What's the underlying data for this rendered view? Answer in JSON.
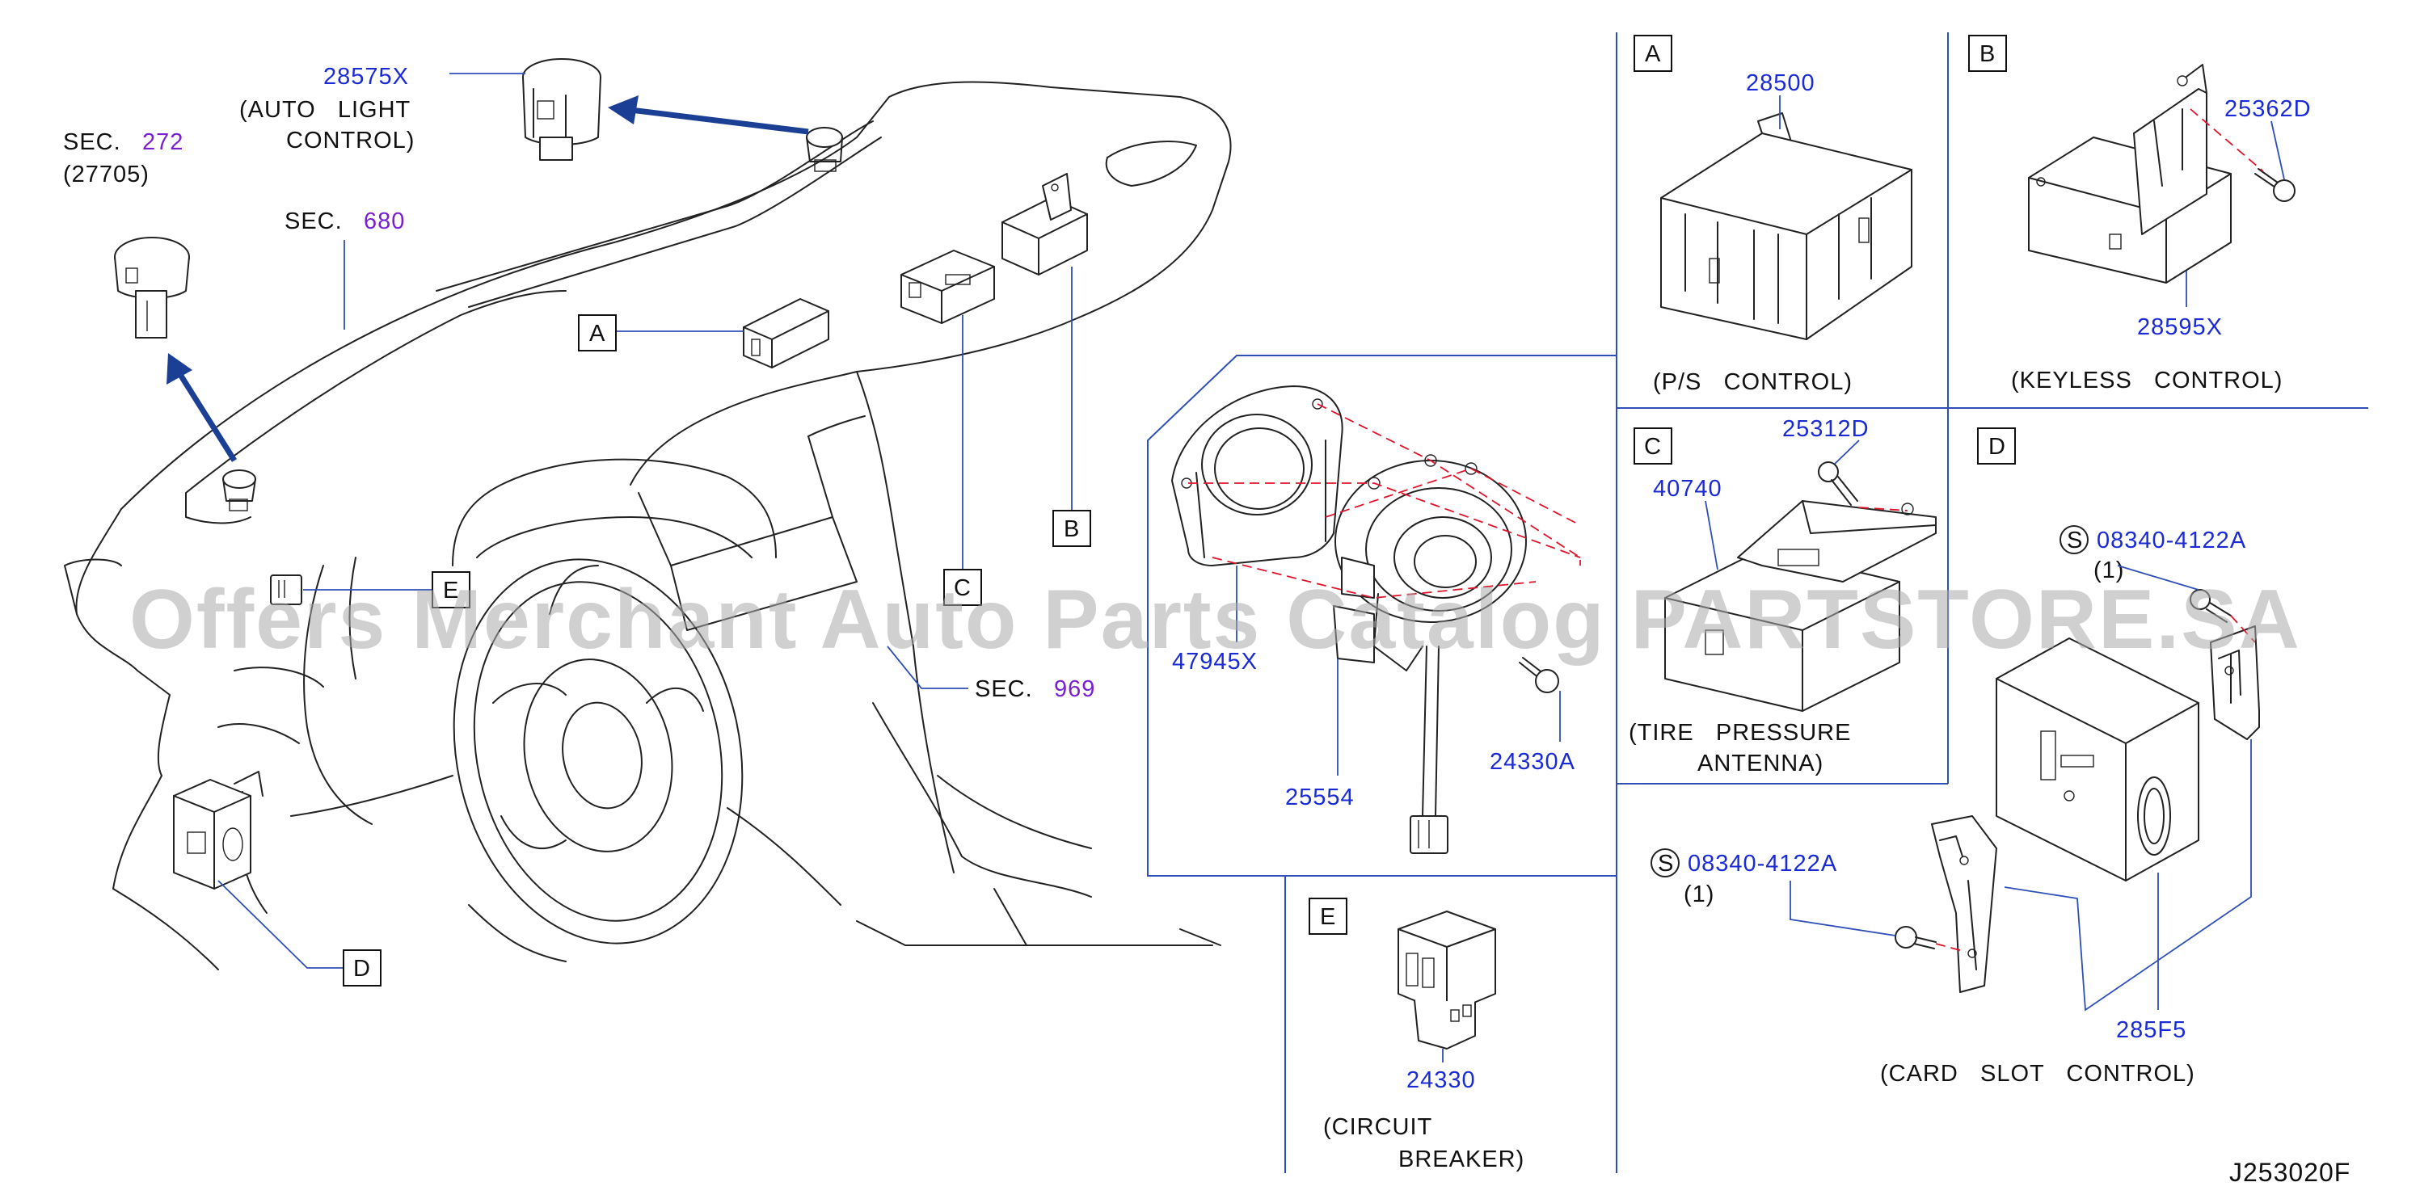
{
  "watermark": "Offers Merchant Auto Parts Catalog PARTSTORE.SA",
  "drawing_code": "J253020F",
  "overview": {
    "sec_272": {
      "prefix": "SEC.",
      "num": "272",
      "sub": "(27705)"
    },
    "sec_680": {
      "prefix": "SEC.",
      "num": "680"
    },
    "sec_969": {
      "prefix": "SEC.",
      "num": "969"
    },
    "part_28575x": "28575X",
    "auto_light_1": "(AUTO   LIGHT",
    "auto_light_2": "CONTROL)",
    "letters": {
      "A": "A",
      "B": "B",
      "C": "C",
      "D": "D",
      "E": "E"
    }
  },
  "detail_A": {
    "letter": "A",
    "part": "28500",
    "caption": "(P/S   CONTROL)"
  },
  "detail_B": {
    "letter": "B",
    "part_bolt": "25362D",
    "part_unit": "28595X",
    "caption": "(KEYLESS   CONTROL)"
  },
  "detail_C": {
    "letter": "C",
    "part_bolt": "25312D",
    "part_unit": "40740",
    "caption_1": "(TIRE   PRESSURE",
    "caption_2": "ANTENNA)"
  },
  "detail_D": {
    "letter": "D",
    "bolt_top": {
      "symbol": "S",
      "part": "08340-4122A",
      "qty": "(1)"
    },
    "bolt_left": {
      "symbol": "S",
      "part": "08340-4122A",
      "qty": "(1)"
    },
    "part_unit": "285F5",
    "caption": "(CARD   SLOT   CONTROL)"
  },
  "detail_E": {
    "letter": "E",
    "part": "24330",
    "caption_1": "(CIRCUIT",
    "caption_2": "BREAKER)"
  },
  "steering_detail": {
    "part_cover": "47945X",
    "part_sensor": "25554",
    "part_screw": "24330A"
  },
  "colors": {
    "part_number": "#1a2bd6",
    "section_number": "#7a1fd0",
    "leader": "#2f4fb8",
    "dashed": "#e0142a",
    "arrow": "#1c3f96"
  }
}
